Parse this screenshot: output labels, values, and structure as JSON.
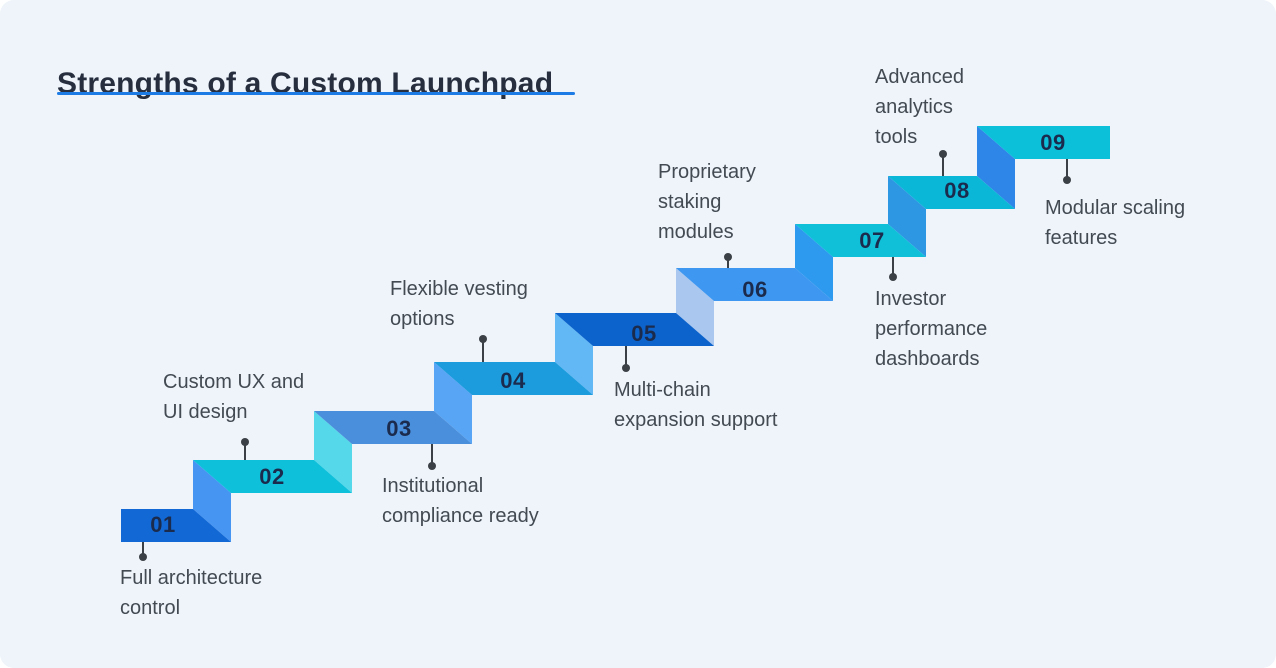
{
  "title": "Strengths of a Custom Launchpad",
  "steps": [
    {
      "number": "01",
      "label_lines": [
        "Full architecture",
        "control"
      ],
      "bar_color": "#1269d6"
    },
    {
      "number": "02",
      "label_lines": [
        "Custom UX and",
        "UI design"
      ],
      "bar_color": "#0fc0db"
    },
    {
      "number": "03",
      "label_lines": [
        "Institutional",
        "compliance ready"
      ],
      "bar_color": "#4a8fdb"
    },
    {
      "number": "04",
      "label_lines": [
        "Flexible vesting",
        "options"
      ],
      "bar_color": "#1c9cdd"
    },
    {
      "number": "05",
      "label_lines": [
        "Multi-chain",
        "expansion support"
      ],
      "bar_color": "#0c63cc"
    },
    {
      "number": "06",
      "label_lines": [
        "Proprietary",
        "staking",
        "modules"
      ],
      "bar_color": "#3e97f0"
    },
    {
      "number": "07",
      "label_lines": [
        "Investor",
        "performance",
        "dashboards"
      ],
      "bar_color": "#10c0d8"
    },
    {
      "number": "08",
      "label_lines": [
        "Advanced",
        "analytics",
        "tools"
      ],
      "bar_color": "#0bb7d6"
    },
    {
      "number": "09",
      "label_lines": [
        "Modular scaling",
        "features"
      ],
      "bar_color": "#0cc0da"
    }
  ],
  "connector_colors": [
    "#4695f2",
    "#55d8ea",
    "#58a4f5",
    "#62b8f5",
    "#aac7ef",
    "#2d9af0",
    "#2e97e4",
    "#2e86e8"
  ],
  "colors": {
    "background": "#eef4fa",
    "title_text": "#272e3e",
    "title_underline": "#1c7be5",
    "label_text": "#434a52",
    "number_text": "#1b2b4d",
    "leader": "#3a4046"
  }
}
